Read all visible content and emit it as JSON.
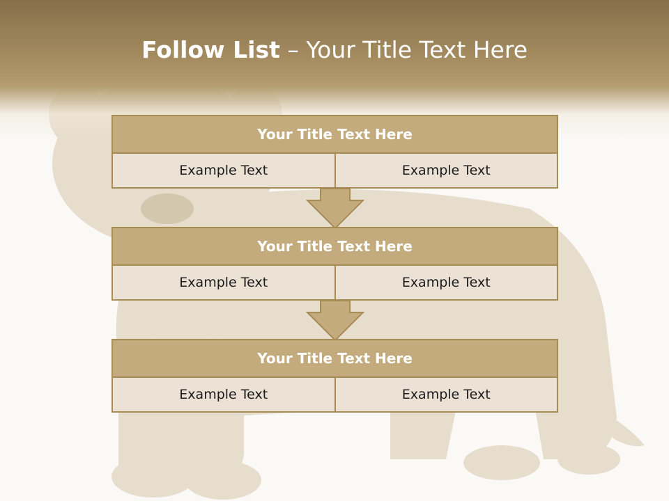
{
  "slide": {
    "title_bold": "Follow List",
    "title_rest": "– Your Title Text Here",
    "background_image": "lion-cub",
    "colors": {
      "header": "#a38a5f",
      "block_title_fill": "#c4ab7d",
      "block_border": "#a78b55",
      "cell_fill": "#ebe1d4"
    }
  },
  "blocks": [
    {
      "title": "Your Title Text Here",
      "cells": [
        "Example Text",
        "Example Text"
      ]
    },
    {
      "title": "Your Title Text Here",
      "cells": [
        "Example Text",
        "Example Text"
      ]
    },
    {
      "title": "Your Title Text Here",
      "cells": [
        "Example Text",
        "Example Text"
      ]
    }
  ]
}
